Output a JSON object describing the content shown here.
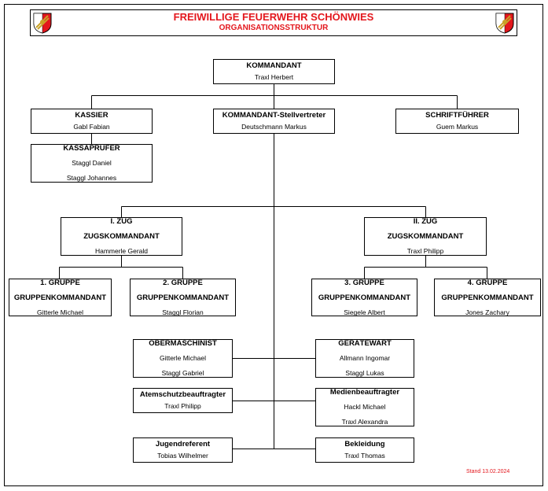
{
  "header": {
    "title": "FREIWILLIGE FEUERWEHR SCHÖNWIES",
    "subtitle": "ORGANISATIONSSTRUKTUR",
    "logo_icon": "fire-department-emblem-icon",
    "accent_color": "#e3171d"
  },
  "org": {
    "kommandant": {
      "title": "KOMMANDANT",
      "names": [
        "Traxl Herbert"
      ]
    },
    "kassier": {
      "title": "KASSIER",
      "names": [
        "Gabl Fabian"
      ]
    },
    "stellvertreter": {
      "title": "KOMMANDANT-Stellvertreter",
      "names": [
        "Deutschmann Markus"
      ]
    },
    "schriftfuehrer": {
      "title": "SCHRIFTFÜHRER",
      "names": [
        "Guem Markus"
      ]
    },
    "kassapruefer": {
      "title": "KASSAPRÜFER",
      "names": [
        "Staggl Daniel",
        "Staggl Johannes"
      ]
    },
    "zug1": {
      "title": "I. ZUG",
      "subtitle": "ZUGSKOMMANDANT",
      "names": [
        "Hammerle Gerald"
      ]
    },
    "zug2": {
      "title": "II. ZUG",
      "subtitle": "ZUGSKOMMANDANT",
      "names": [
        "Traxl Philipp"
      ]
    },
    "gruppe1": {
      "title": "1. GRUPPE",
      "subtitle": "GRUPPENKOMMANDANT",
      "names": [
        "Gitterle Michael"
      ]
    },
    "gruppe2": {
      "title": "2. GRUPPE",
      "subtitle": "GRUPPENKOMMANDANT",
      "names": [
        "Staggl Florian"
      ]
    },
    "gruppe3": {
      "title": "3. GRUPPE",
      "subtitle": "GRUPPENKOMMANDANT",
      "names": [
        "Siegele Albert"
      ]
    },
    "gruppe4": {
      "title": "4. GRUPPE",
      "subtitle": "GRUPPENKOMMANDANT",
      "names": [
        "Jones Zachary"
      ]
    },
    "obermaschinist": {
      "title": "OBERMASCHINIST",
      "names": [
        "Gitterle Michael",
        "Staggl Gabriel"
      ]
    },
    "geraetewart": {
      "title": "GERÄTEWART",
      "names": [
        "Allmann Ingomar",
        "Staggl Lukas"
      ]
    },
    "atemschutz": {
      "title": "Atemschutzbeauftragter",
      "names": [
        "Traxl Philipp"
      ]
    },
    "medien": {
      "title": "Medienbeauftragter",
      "names": [
        "Hackl Michael",
        "Traxl Alexandra"
      ]
    },
    "jugend": {
      "title": "Jugendreferent",
      "names": [
        "Tobias Wilhelmer"
      ]
    },
    "bekleidung": {
      "title": "Bekleidung",
      "names": [
        "Traxl Thomas"
      ]
    }
  },
  "footer": {
    "stand": "Stand 13.02.2024"
  }
}
